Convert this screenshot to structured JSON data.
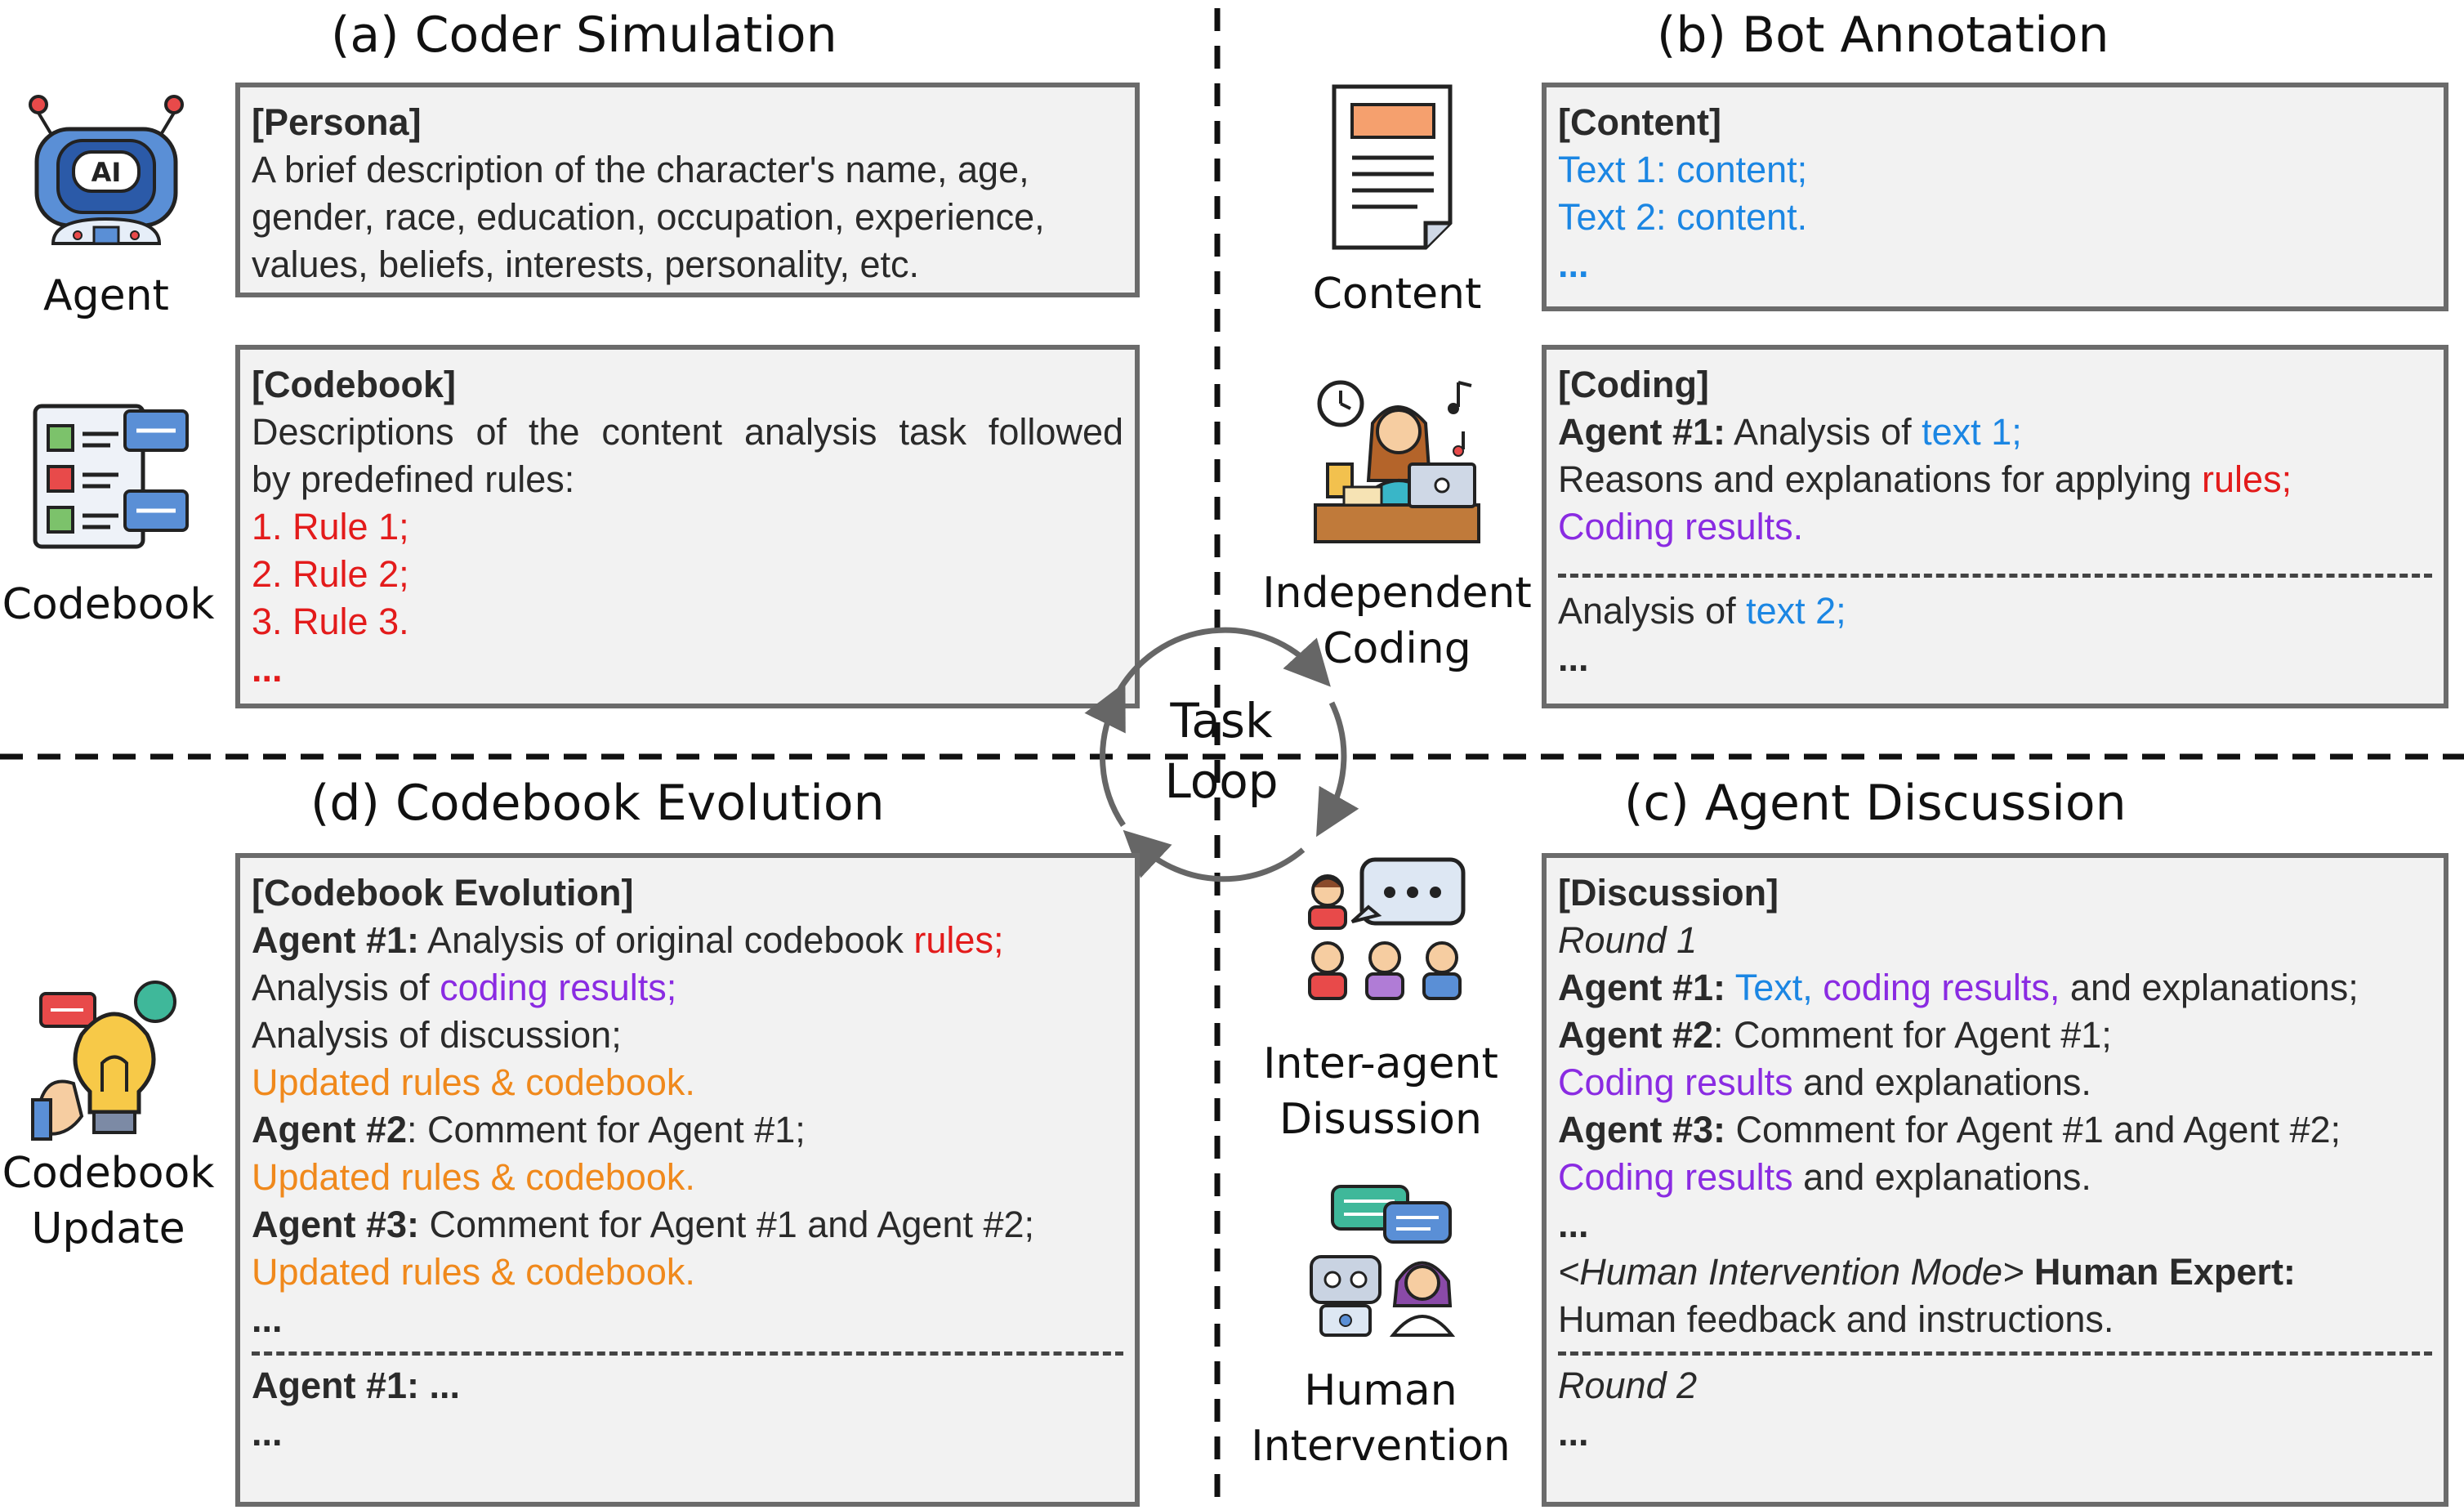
{
  "panels": {
    "a": {
      "title": "(a) Coder Simulation",
      "persona": {
        "header": "[Persona]",
        "lines": [
          "A brief description of the character's name, age,",
          "gender, race, education, occupation, experience,",
          "values, beliefs, interests, personality, etc."
        ]
      },
      "codebook": {
        "header": "[Codebook]",
        "lines": [
          "Descriptions of the content analysis task followed",
          "by predefined rules:"
        ],
        "rules": [
          "1. Rule 1;",
          "2. Rule 2;",
          "3. Rule 3.",
          "..."
        ]
      },
      "icons": {
        "agent_label": "Agent",
        "agent_badge": "AI",
        "codebook_label": "Codebook"
      }
    },
    "b": {
      "title": "(b) Bot Annotation",
      "content": {
        "header": "[Content]",
        "lines": [
          "Text 1: content;",
          "Text 2: content.",
          "..."
        ]
      },
      "coding": {
        "header": "[Coding]",
        "agent1_bold": "Agent #1:",
        "agent1_pre": " Analysis of ",
        "agent1_text": "text 1;",
        "reasons_pre": "Reasons and explanations for applying ",
        "reasons_rules": "rules;",
        "coding_results": "Coding results.",
        "analysis_pre": "Analysis of ",
        "analysis_text": "text 2;",
        "ellipsis": "..."
      },
      "icons": {
        "content_label": "Content",
        "coding_label_1": "Independent",
        "coding_label_2": "Coding"
      }
    },
    "c": {
      "title": "(c) Agent Discussion",
      "discussion": {
        "header": "[Discussion]",
        "round1": "Round 1",
        "a1_bold": "Agent #1:",
        "a1_text": " Text,",
        "a1_coding": " coding results,",
        "a1_rest": " and explanations;",
        "a2_bold": "Agent #2",
        "a2_rest": ": Comment for Agent #1;",
        "a2_coding": "Coding results",
        "a2_expl": " and explanations.",
        "a3_bold": "Agent #3:",
        "a3_rest": " Comment for Agent #1 and Agent #2;",
        "a3_coding": "Coding results",
        "a3_expl": " and explanations.",
        "ellipsis": "...",
        "hi_mode": "<Human Intervention Mode>",
        "hi_expert": " Human Expert:",
        "hi_feedback": "Human feedback and instructions.",
        "round2": "Round 2",
        "ellipsis2": "..."
      },
      "icons": {
        "inter_label_1": "Inter-agent",
        "inter_label_2": "Disussion",
        "human_label_1": "Human",
        "human_label_2": "Intervention"
      }
    },
    "d": {
      "title": "(d) Codebook Evolution",
      "evolution": {
        "header": "[Codebook Evolution]",
        "a1_bold": "Agent #1:",
        "a1_rest": " Analysis of original codebook ",
        "a1_rules": "rules;",
        "analysis_pre": "Analysis of ",
        "analysis_coding": "coding results;",
        "analysis_disc": "Analysis of discussion;",
        "updated1": "Updated rules & codebook.",
        "a2_bold": "Agent #2",
        "a2_rest": ": Comment for Agent #1;",
        "updated2": "Updated rules & codebook.",
        "a3_bold": "Agent #3:",
        "a3_rest": " Comment for Agent #1 and Agent #2;",
        "updated3": "Updated rules & codebook.",
        "ellipsis": "...",
        "next_agent": "Agent #1: ...",
        "ellipsis2": "..."
      },
      "icons": {
        "update_label_1": "Codebook",
        "update_label_2": "Update"
      }
    }
  },
  "loop": {
    "line1": "Task",
    "line2": "Loop"
  },
  "colors": {
    "blue": "#1b86e3",
    "red": "#e31b1b",
    "purple": "#8a2be2",
    "orange": "#f0891c",
    "box_fill": "#f2f2f2",
    "box_border": "#6b6b6b"
  }
}
